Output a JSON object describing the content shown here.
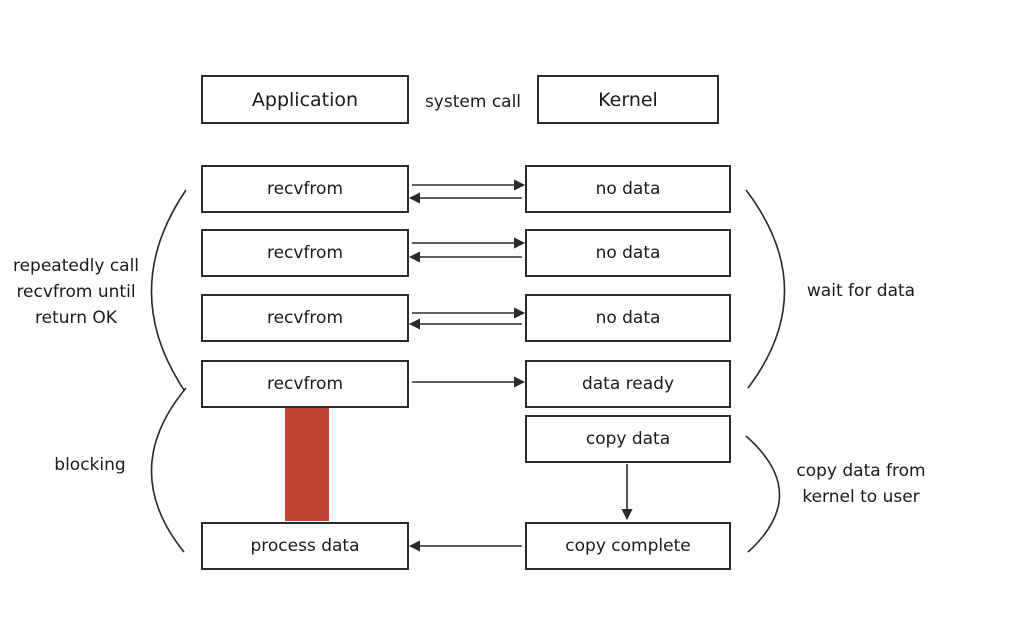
{
  "headers": {
    "application": "Application",
    "system_call": "system call",
    "kernel": "Kernel"
  },
  "app_steps": [
    "recvfrom",
    "recvfrom",
    "recvfrom",
    "recvfrom",
    "process data"
  ],
  "kernel_steps": [
    "no data",
    "no data",
    "no data",
    "data ready",
    "copy data",
    "copy complete"
  ],
  "left_labels": {
    "repeat": [
      "repeatedly call",
      "recvfrom until",
      "return OK"
    ],
    "blocking": "blocking"
  },
  "right_labels": {
    "wait": "wait for data",
    "copy": [
      "copy data from",
      "kernel to user"
    ]
  },
  "colors": {
    "blocking_bar": "#bf4534",
    "stroke": "#2a2a2a"
  }
}
